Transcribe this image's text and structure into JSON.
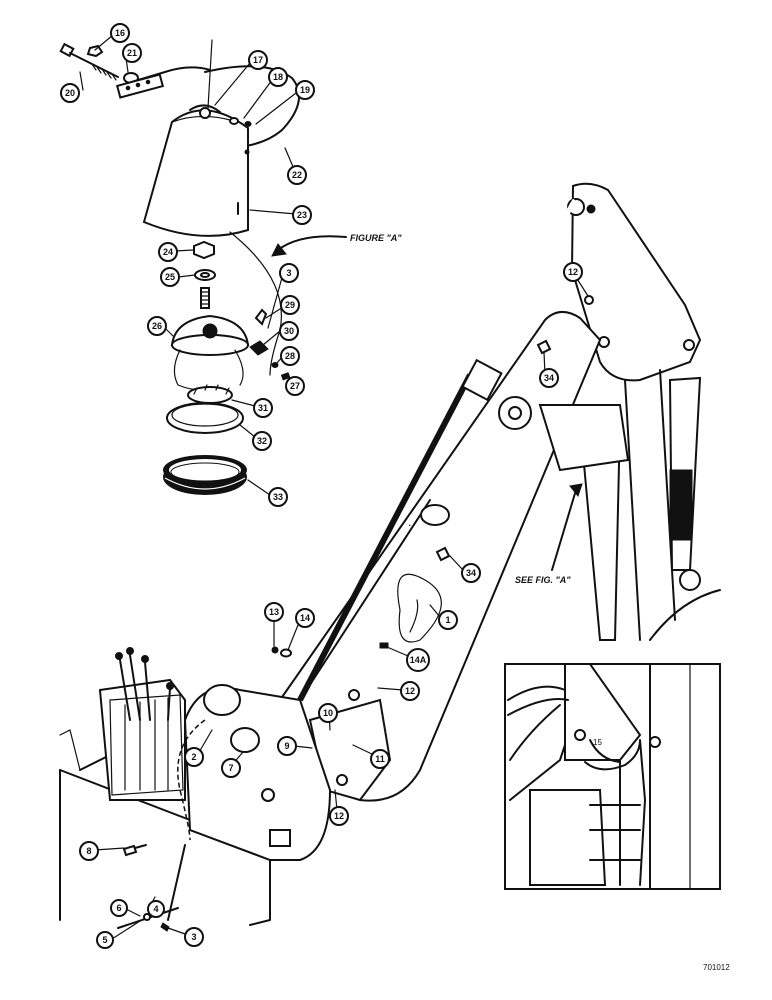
{
  "diagram": {
    "callouts": [
      "16",
      "20",
      "21",
      "17",
      "18",
      "19",
      "22",
      "23",
      "24",
      "25",
      "3",
      "29",
      "26",
      "30",
      "28",
      "27",
      "31",
      "32",
      "33",
      "12",
      "34",
      "34",
      "1",
      "13",
      "14",
      "14A",
      "12",
      "10",
      "9",
      "11",
      "12",
      "2",
      "7",
      "8",
      "6",
      "4",
      "5",
      "3",
      "15"
    ],
    "labels": {
      "figure_a": "FIGURE \"A\"",
      "see_fig_a": "SEE FIG. \"A\"",
      "part_number": "701012"
    }
  },
  "colors": {
    "ink": "#111111",
    "paper": "#ffffff"
  }
}
